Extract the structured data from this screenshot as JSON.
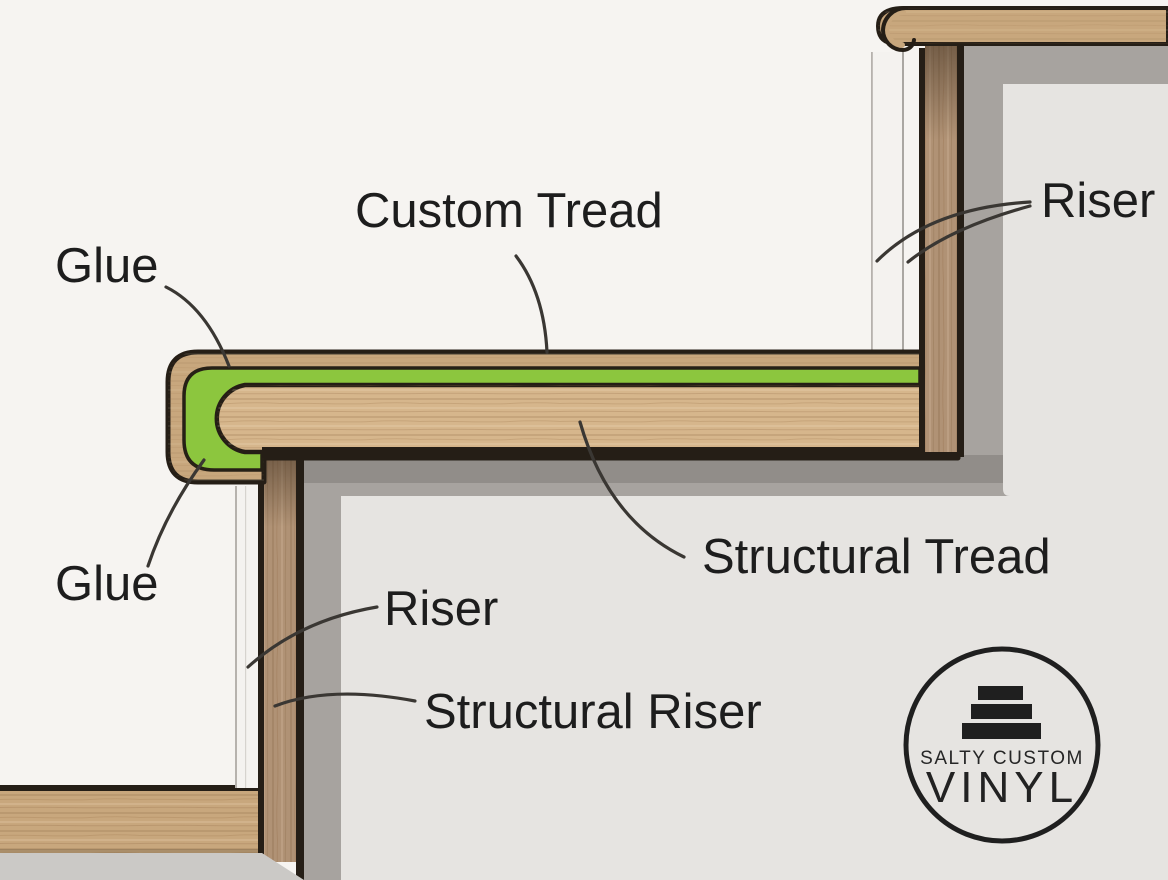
{
  "labels": {
    "glue_top": "Glue",
    "custom_tread": "Custom Tread",
    "riser_upper": "Riser",
    "glue_bottom": "Glue",
    "riser_lower": "Riser",
    "structural_riser": "Structural Riser",
    "structural_tread": "Structural Tread"
  },
  "logo": {
    "line1": "SALTY CUSTOM",
    "line2": "VINYL"
  },
  "colors": {
    "wall": "#f6f4f1",
    "under_stair_shadow": "#a7a39f",
    "under_tread_shadow": "#918d89",
    "inset_panel": "#e6e4e1",
    "floor": "#cbc9c6",
    "custom_tread_wood": "#c8a77d",
    "structural_tread_wood": "#d6b68c",
    "riser_wood": "#b09275",
    "vinyl_riser_face": "#f4f2ef",
    "glue": "#8cc63e",
    "outline": "#251e16",
    "leader_line": "#3a3733",
    "label_text": "#1d1d1d",
    "logo_ink": "#1f1f1f"
  }
}
